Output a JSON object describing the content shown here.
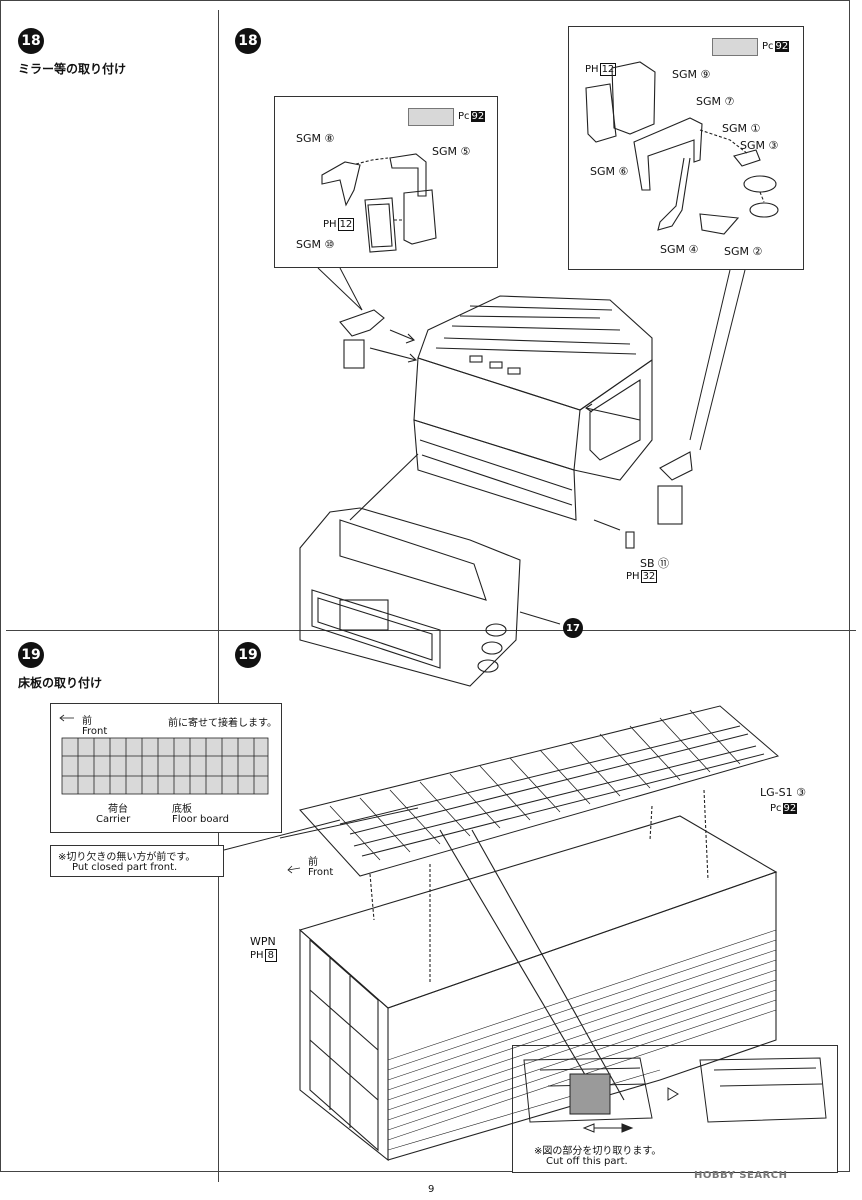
{
  "page": {
    "number": "9"
  },
  "watermark": "HOBBY SEARCH",
  "step18_left": {
    "num": "18",
    "title": "ミラー等の取り付け"
  },
  "step18_right": {
    "num": "18",
    "inset_left": {
      "paint": "Pc",
      "paint_code": "92",
      "labels": {
        "sgm8": "SGM ⑧",
        "sgm5": "SGM ⑤",
        "ph12_prefix": "PH",
        "ph12_code": "12",
        "sgm10": "SGM ⑩"
      }
    },
    "inset_right": {
      "paint": "Pc",
      "paint_code": "92",
      "labels": {
        "ph12_prefix": "PH",
        "ph12_code": "12",
        "sgm9": "SGM ⑨",
        "sgm7": "SGM ⑦",
        "sgm1": "SGM ①",
        "sgm3": "SGM ③",
        "sgm6": "SGM ⑥",
        "sgm4": "SGM ④",
        "sgm2": "SGM ②"
      }
    },
    "sb11": "SB ⑪",
    "ph32_prefix": "PH",
    "ph32_code": "32",
    "ref17": "17"
  },
  "step19_left": {
    "num": "19",
    "title": "床板の取り付け",
    "box": {
      "front_jp": "前",
      "front_en": "Front",
      "note_jp": "前に寄せて接着します。",
      "carrier_jp": "荷台",
      "carrier_en": "Carrier",
      "floor_jp": "底板",
      "floor_en": "Floor board"
    },
    "note_box": {
      "jp": "※切り欠きの無い方が前です。",
      "en": "Put closed part front."
    }
  },
  "step19_right": {
    "num": "19",
    "lgs1": "LG-S1 ③",
    "lgs1_paint": "Pc",
    "lgs1_code": "92",
    "front_jp": "前",
    "front_en": "Front",
    "wpn": "WPN",
    "wpn_prefix": "PH",
    "wpn_code": "8",
    "cut_note_jp": "※図の部分を切り取ります。",
    "cut_note_en": "Cut off this part."
  }
}
